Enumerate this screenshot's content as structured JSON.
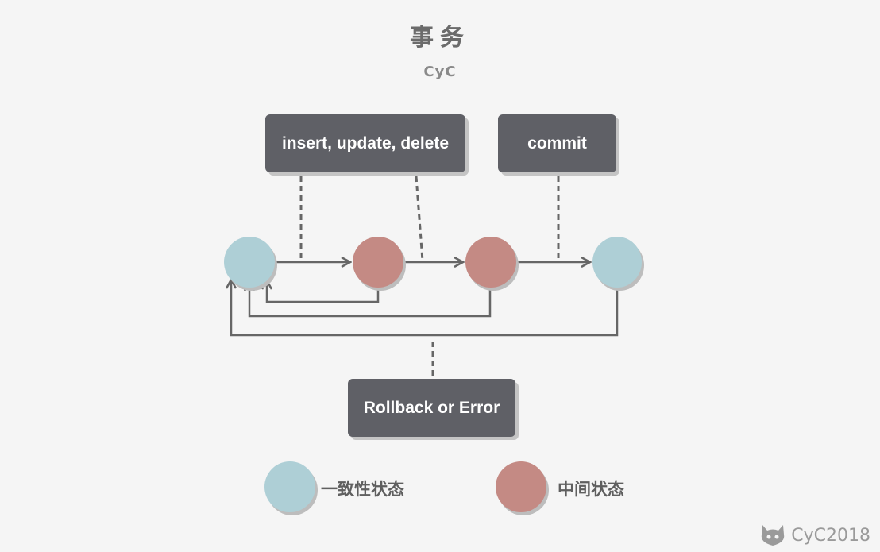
{
  "title": "事务",
  "subtitle": "CyC",
  "boxes": {
    "operations": "insert, update, delete",
    "commit": "commit",
    "rollback": "Rollback or Error"
  },
  "legend": {
    "consistent": {
      "label": "一致性状态",
      "color": "#aecfd6"
    },
    "intermediate": {
      "label": "中间状态",
      "color": "#c48a84"
    }
  },
  "watermark": "CyC2018",
  "colors": {
    "background": "#f5f5f5",
    "box": "#5f6066",
    "line": "#666666"
  }
}
